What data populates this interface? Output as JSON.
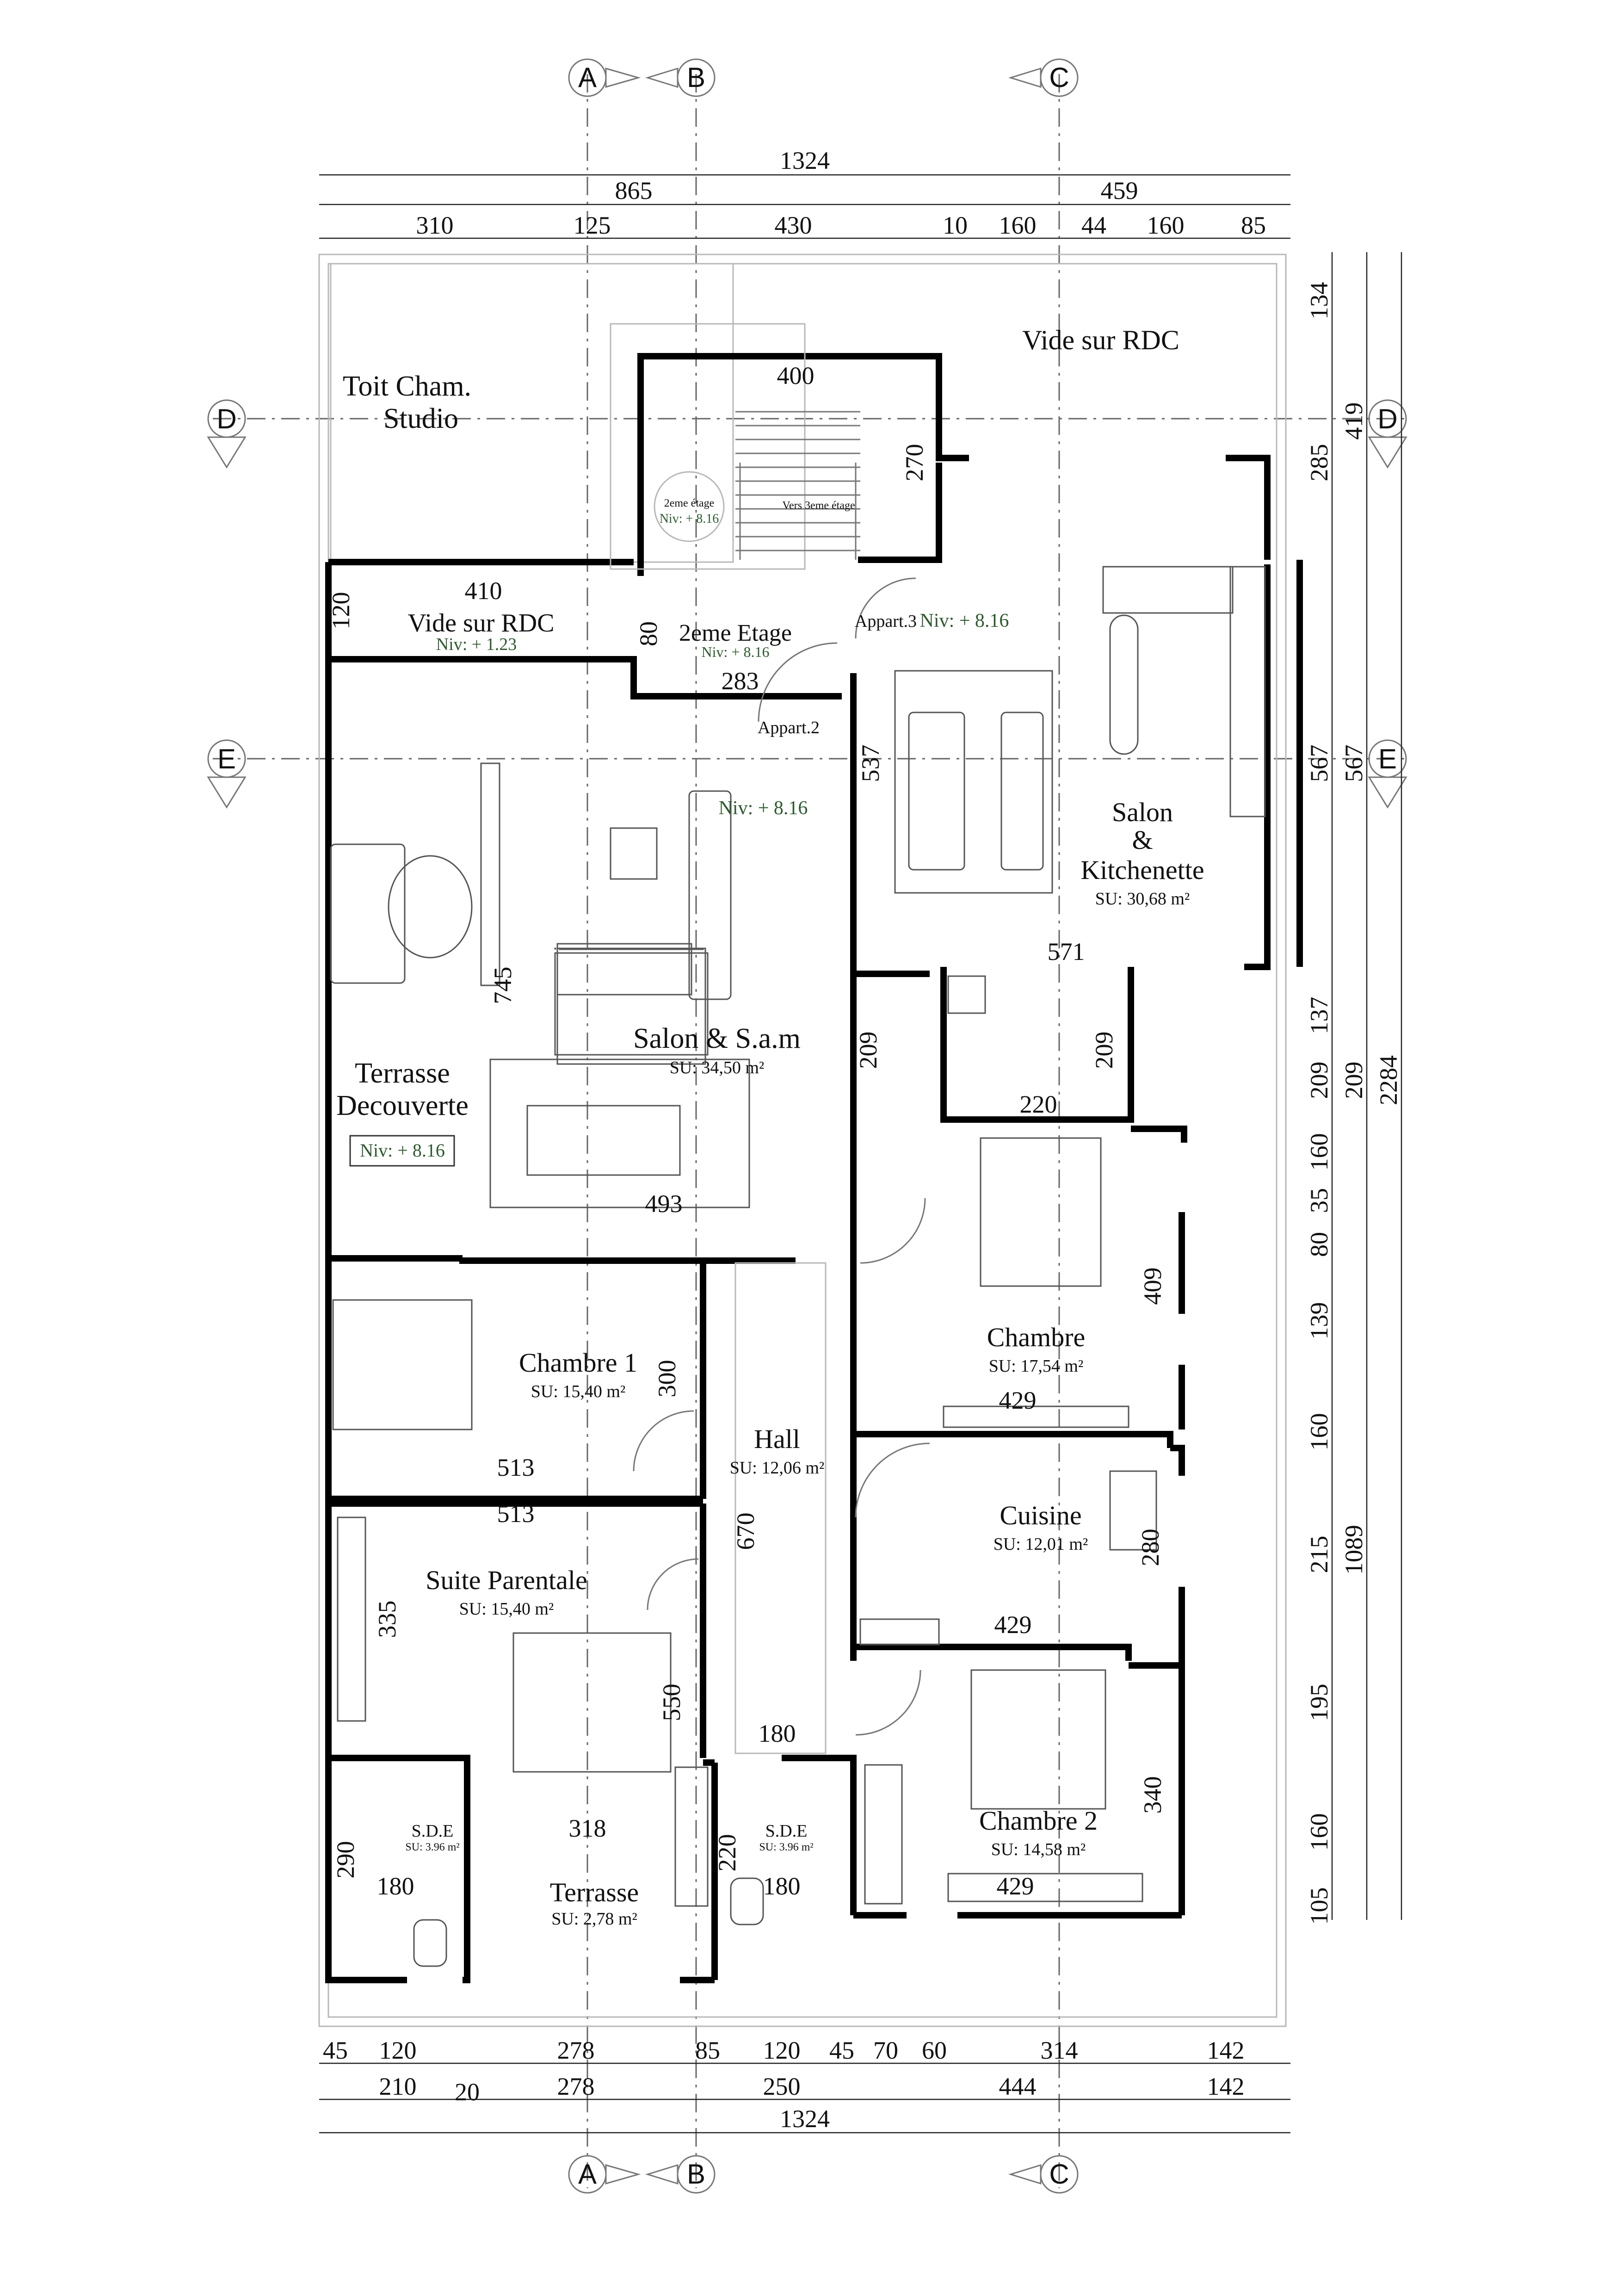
{
  "axes": {
    "columns": [
      "A",
      "B",
      "C"
    ],
    "rows": [
      "D",
      "E"
    ]
  },
  "dims_top": {
    "total": "1324",
    "left": "865",
    "right": "459",
    "parts": [
      "310",
      "125",
      "430",
      "10",
      "160",
      "44",
      "160",
      "85"
    ]
  },
  "dims_bottom": {
    "row1": [
      "45",
      "120",
      "278",
      "85",
      "120",
      "45",
      "70",
      "60",
      "314",
      "142"
    ],
    "row2": [
      "210",
      "20",
      "278",
      "250",
      "444",
      "142"
    ],
    "total": "1324"
  },
  "dims_right": {
    "col1": [
      "134",
      "285",
      "567",
      "137",
      "209",
      "160",
      "35",
      "80",
      "139",
      "160",
      "215",
      "195",
      "160",
      "105"
    ],
    "col2": [
      "419",
      "567",
      "209",
      "1089"
    ],
    "total": "2284"
  },
  "rooms": {
    "toit": "Toit Cham.\nStudio",
    "vide_top": "Vide sur RDC",
    "vide_left": "Vide sur RDC",
    "vide_left_niv": "Niv: + 1.23",
    "etage2": "2eme  Etage",
    "etage2_niv": "Niv: + 8.16",
    "stair_niv_title": "2eme étage",
    "stair_niv": "Niv: + 8.16",
    "stair_up": "Vers 3eme étage",
    "appart3": "Appart.3",
    "appart3_niv": "Niv: + 8.16",
    "appart2": "Appart.2",
    "salon_niv": "Niv: + 8.16",
    "salon_k_1": "Salon",
    "salon_k_2": "&",
    "salon_k_3": "Kitchenette",
    "salon_k_su": "SU: 30,68 m²",
    "salon_sam": "Salon & S.a.m",
    "salon_sam_su": "SU: 34,50 m²",
    "terrasse_dec_1": "Terrasse",
    "terrasse_dec_2": "Decouverte",
    "terrasse_dec_niv": "Niv: + 8.16",
    "chambre": "Chambre",
    "chambre_su": "SU: 17,54 m²",
    "chambre1": "Chambre 1",
    "chambre1_su": "SU: 15,40 m²",
    "hall": "Hall",
    "hall_su": "SU: 12,06 m²",
    "cuisine": "Cuisine",
    "cuisine_su": "SU: 12,01 m²",
    "suite": "Suite Parentale",
    "suite_su": "SU: 15,40 m²",
    "sde1": "S.D.E",
    "sde1_su": "SU: 3.96 m²",
    "sde2": "S.D.E",
    "sde2_su": "SU: 3.96 m²",
    "terrasse": "Terrasse",
    "terrasse_su": "SU: 2,78 m²",
    "chambre2": "Chambre 2",
    "chambre2_su": "SU: 14,58 m²"
  },
  "inner_dims": {
    "d400": "400",
    "d270": "270",
    "d410": "410",
    "d120": "120",
    "d80": "80",
    "d283": "283",
    "d537": "537",
    "d571": "571",
    "d745": "745",
    "d209a": "209",
    "d209b": "209",
    "d220": "220",
    "d493": "493",
    "d409": "409",
    "d300": "300",
    "d429a": "429",
    "d513a": "513",
    "d513b": "513",
    "d670": "670",
    "d280": "280",
    "d429b": "429",
    "d335": "335",
    "d550": "550",
    "d180a": "180",
    "d340": "340",
    "d318": "318",
    "d290": "290",
    "d180b": "180",
    "d220b": "220",
    "d180c": "180",
    "d429c": "429"
  }
}
